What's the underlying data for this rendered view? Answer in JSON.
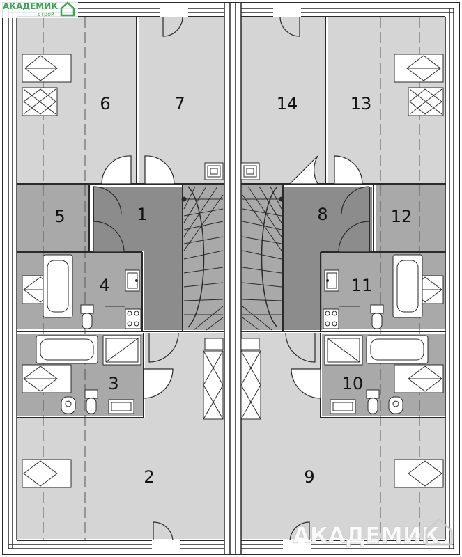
{
  "logo": {
    "name": "АКАДЕМИК",
    "sub": "строй",
    "icon": "house-icon"
  },
  "watermark": {
    "text": "АКАДЕМИК"
  },
  "rooms": [
    {
      "id": "1",
      "label": "1"
    },
    {
      "id": "2",
      "label": "2"
    },
    {
      "id": "3",
      "label": "3"
    },
    {
      "id": "4",
      "label": "4"
    },
    {
      "id": "5",
      "label": "5"
    },
    {
      "id": "6",
      "label": "6"
    },
    {
      "id": "7",
      "label": "7"
    },
    {
      "id": "8",
      "label": "8"
    },
    {
      "id": "9",
      "label": "9"
    },
    {
      "id": "10",
      "label": "10"
    },
    {
      "id": "11",
      "label": "11"
    },
    {
      "id": "12",
      "label": "12"
    },
    {
      "id": "13",
      "label": "13"
    },
    {
      "id": "14",
      "label": "14"
    }
  ],
  "colors": {
    "light_room": "#d5d5d5",
    "mid_room": "#a9a9a9",
    "dark_room": "#8c8c8c",
    "wall": "#2a2a2a",
    "logo_green": "#3aa655"
  }
}
